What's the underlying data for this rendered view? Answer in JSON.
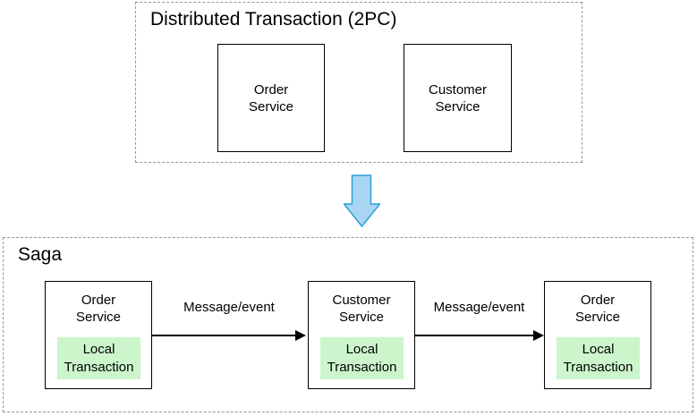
{
  "top_section": {
    "title": "Distributed Transaction (2PC)",
    "boxes": [
      {
        "name": "order-service",
        "lines": [
          "Order",
          "Service"
        ]
      },
      {
        "name": "customer-service",
        "lines": [
          "Customer",
          "Service"
        ]
      }
    ]
  },
  "transform_arrow": {
    "direction": "down"
  },
  "saga_section": {
    "title": "Saga",
    "boxes": [
      {
        "name": "order-service-1",
        "service_lines": [
          "Order",
          "Service"
        ],
        "local_lines": [
          "Local",
          "Transaction"
        ]
      },
      {
        "name": "customer-service",
        "service_lines": [
          "Customer",
          "Service"
        ],
        "local_lines": [
          "Local",
          "Transaction"
        ]
      },
      {
        "name": "order-service-2",
        "service_lines": [
          "Order",
          "Service"
        ],
        "local_lines": [
          "Local",
          "Transaction"
        ]
      }
    ],
    "arrows": [
      {
        "label": "Message/event"
      },
      {
        "label": "Message/event"
      }
    ]
  },
  "colors": {
    "box_border": "#000000",
    "group_dashed_border": "#979797",
    "local_transaction_fill": "#ccf5cc",
    "down_arrow_fill": "#a8d5f2",
    "down_arrow_stroke": "#2d9fd8"
  }
}
